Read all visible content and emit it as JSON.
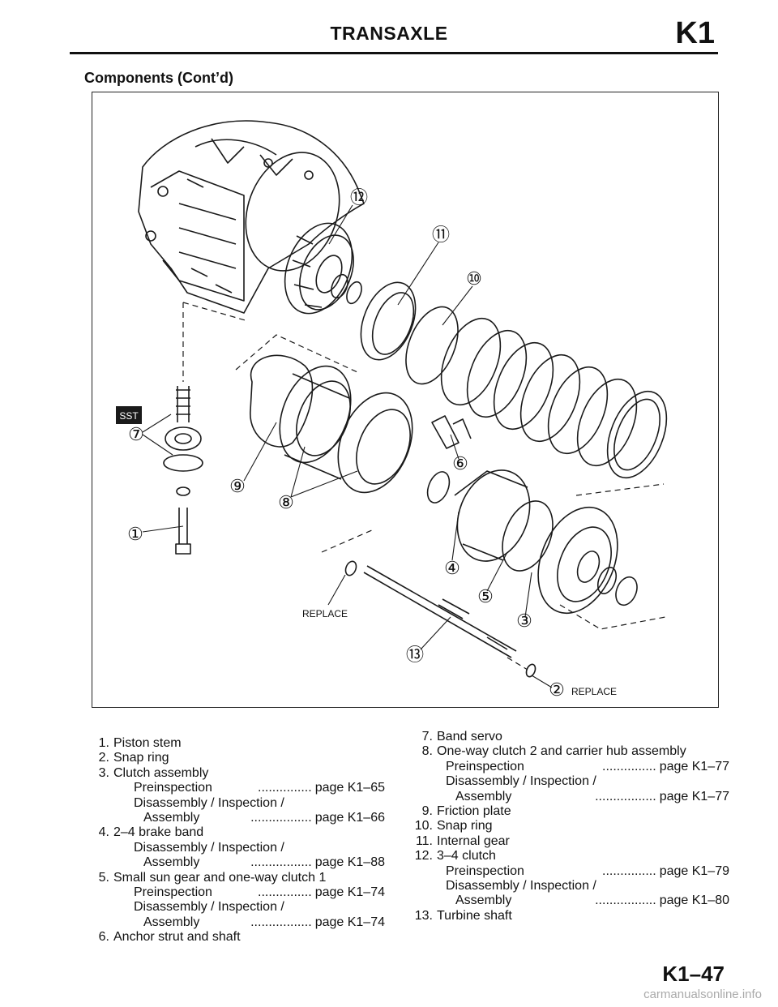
{
  "header": {
    "title": "TRANSAXLE",
    "section_code": "K1"
  },
  "section_heading": "Components (Cont’d)",
  "figure": {
    "callouts": [
      "①",
      "②",
      "③",
      "④",
      "⑤",
      "⑥",
      "⑦",
      "⑧",
      "⑨",
      "⑩",
      "⑪",
      "⑫",
      "⑬"
    ],
    "sst_label": "SST",
    "replace_label_1": "REPLACE",
    "replace_label_2": "REPLACE"
  },
  "parts_left": [
    {
      "num": "1.",
      "title": "Piston stem",
      "subs": []
    },
    {
      "num": "2.",
      "title": "Snap ring",
      "subs": []
    },
    {
      "num": "3.",
      "title": "Clutch assembly",
      "subs": [
        {
          "lines": [
            "Preinspection"
          ],
          "dots": "...............",
          "page": "page K1–65"
        },
        {
          "lines": [
            "Disassembly / Inspection /",
            "Assembly"
          ],
          "dots": ".................",
          "page": "page K1–66"
        }
      ]
    },
    {
      "num": "4.",
      "title": "2–4 brake band",
      "subs": [
        {
          "lines": [
            "Disassembly / Inspection /",
            "Assembly"
          ],
          "dots": ".................",
          "page": "page K1–88"
        }
      ]
    },
    {
      "num": "5.",
      "title": "Small sun gear and one-way clutch 1",
      "subs": [
        {
          "lines": [
            "Preinspection"
          ],
          "dots": "...............",
          "page": "page K1–74"
        },
        {
          "lines": [
            "Disassembly / Inspection /",
            "Assembly"
          ],
          "dots": ".................",
          "page": "page K1–74"
        }
      ]
    },
    {
      "num": "6.",
      "title": "Anchor strut and shaft",
      "subs": []
    }
  ],
  "parts_right": [
    {
      "num": "7.",
      "title": "Band servo",
      "subs": []
    },
    {
      "num": "8.",
      "title": "One-way clutch 2 and carrier hub assembly",
      "subs": [
        {
          "lines": [
            "Preinspection"
          ],
          "dots": "...............",
          "page": "page K1–77"
        },
        {
          "lines": [
            "Disassembly / Inspection /",
            "Assembly"
          ],
          "dots": ".................",
          "page": "page K1–77"
        }
      ]
    },
    {
      "num": "9.",
      "title": "Friction plate",
      "subs": []
    },
    {
      "num": "10.",
      "title": "Snap ring",
      "subs": []
    },
    {
      "num": "11.",
      "title": "Internal gear",
      "subs": []
    },
    {
      "num": "12.",
      "title": "3–4 clutch",
      "subs": [
        {
          "lines": [
            "Preinspection"
          ],
          "dots": "...............",
          "page": "page K1–79"
        },
        {
          "lines": [
            "Disassembly / Inspection /",
            "Assembly"
          ],
          "dots": ".................",
          "page": "page K1–80"
        }
      ]
    },
    {
      "num": "13.",
      "title": "Turbine shaft",
      "subs": []
    }
  ],
  "footer": {
    "page_number": "K1–47",
    "watermark": "carmanualsonline.info"
  }
}
